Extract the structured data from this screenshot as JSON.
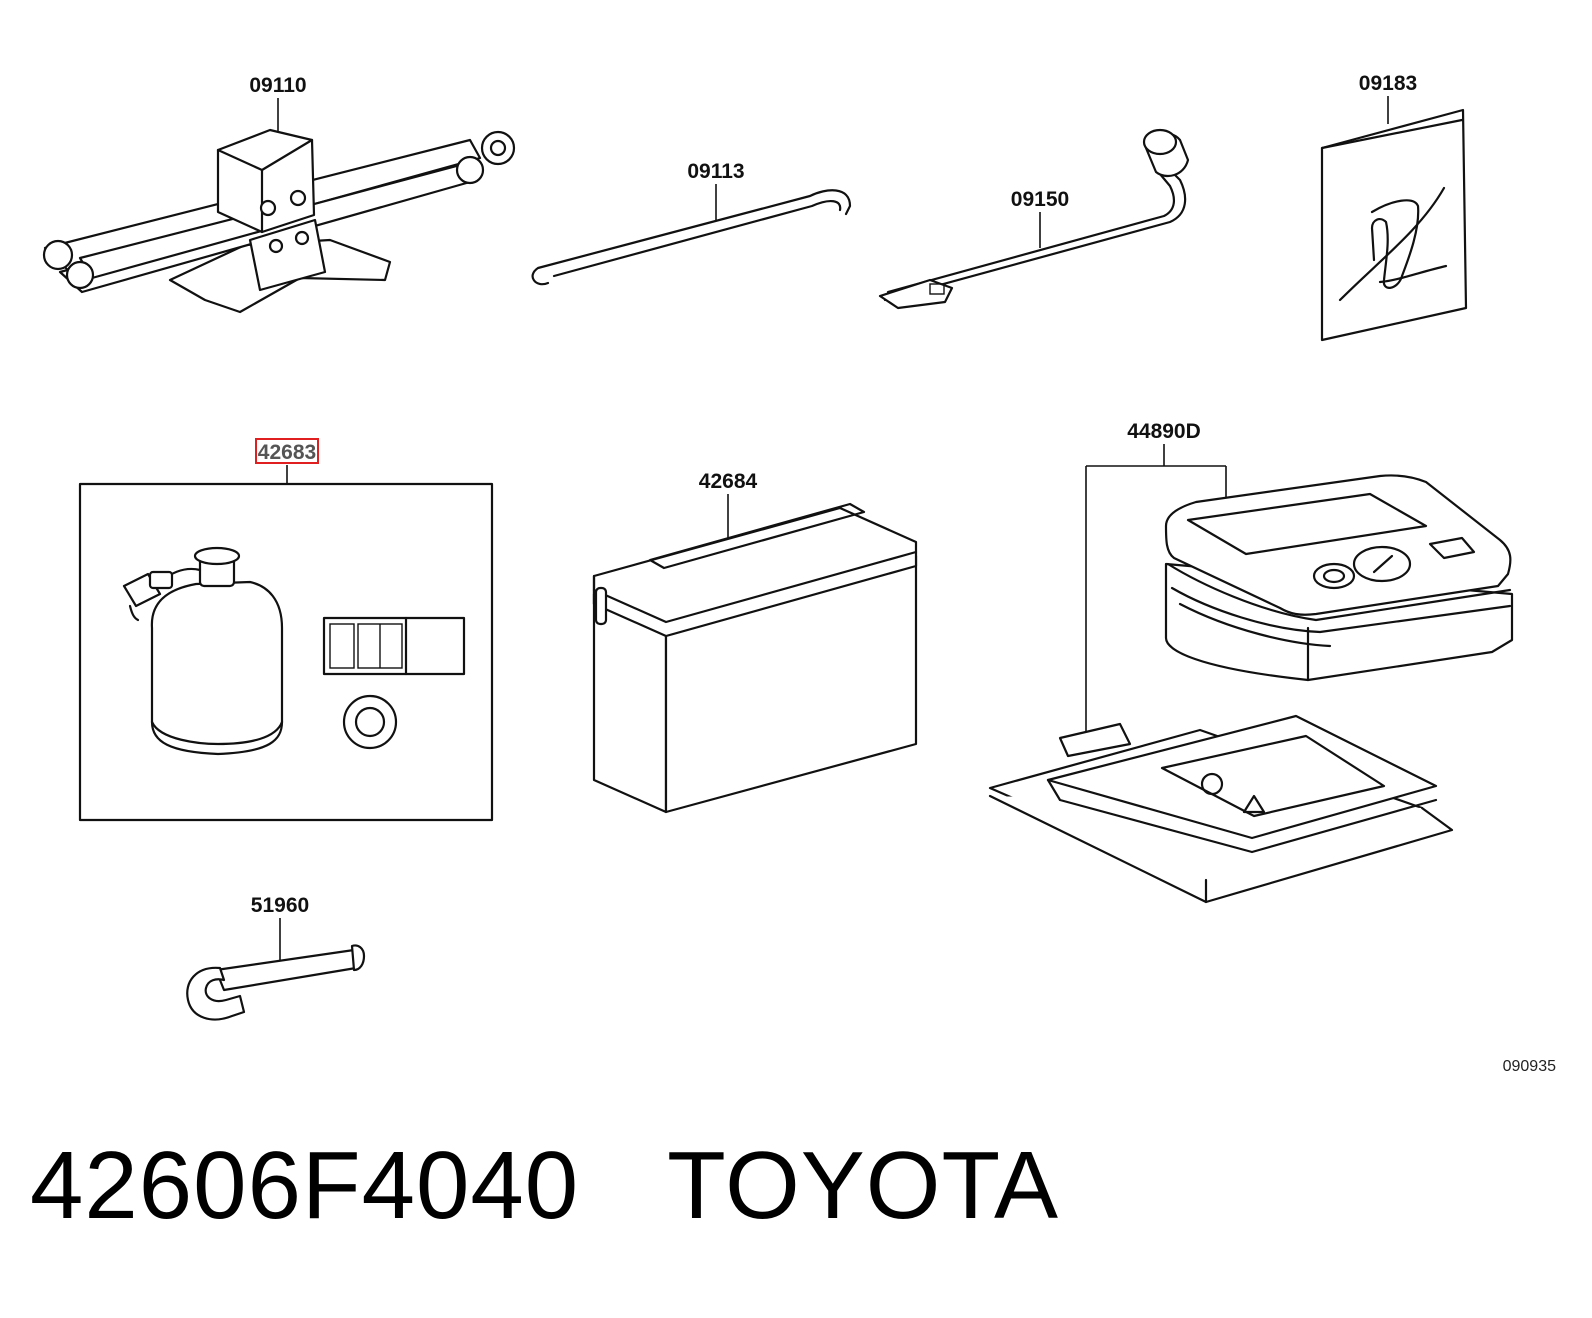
{
  "diagram": {
    "selected_part": "42683",
    "labels": {
      "jack": "09110",
      "jack_handle": "09113",
      "lug_wrench": "09150",
      "tool_bag": "09183",
      "repair_kit": "42683",
      "kit_case": "42684",
      "compressor": "44890D",
      "tow_hook": "51960"
    },
    "ref_code": "090935",
    "colors": {
      "line": "#111111",
      "selection_box": "#e02020",
      "background": "#ffffff"
    }
  },
  "footer": {
    "part_number": "42606F4040",
    "brand": "TOYOTA"
  }
}
